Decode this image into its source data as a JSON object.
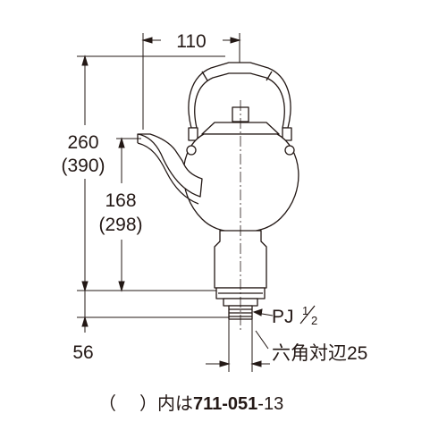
{
  "dimensions": {
    "width_top": "110",
    "height_total": "260",
    "height_total_alt": "(390)",
    "height_spout": "168",
    "height_spout_alt": "(298)",
    "thread_bottom": "56",
    "thread_label": "PJ",
    "thread_frac_num": "1",
    "thread_frac_den": "2",
    "hex_label": "六角対辺25"
  },
  "caption": {
    "paren_open": "（",
    "paren_close": "）",
    "text": "内は",
    "model_bold": "711-051",
    "model_suffix": "-13"
  },
  "colors": {
    "line": "#231815",
    "background": "#ffffff"
  }
}
